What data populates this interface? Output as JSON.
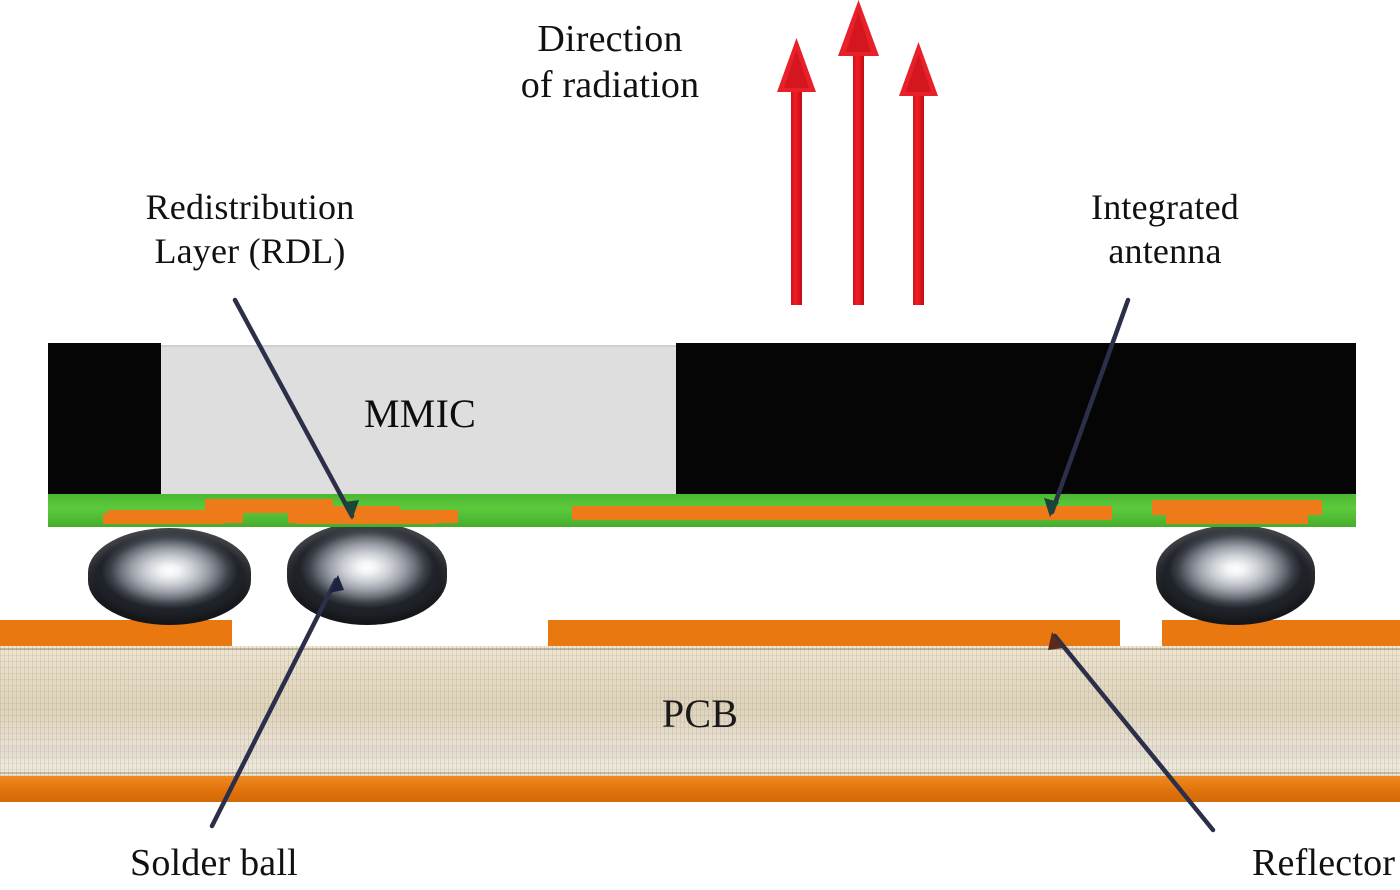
{
  "diagram": {
    "title": "Antenna-in-Package cross-section",
    "labels": {
      "direction_of_radiation": "Direction\nof radiation",
      "redistribution_layer": "Redistribution\nLayer (RDL)",
      "integrated_antenna": "Integrated\nantenna",
      "solder_ball": "Solder ball",
      "reflector": "Reflector",
      "mmic": "MMIC",
      "pcb": "PCB"
    },
    "colors": {
      "arrow_red": "#e8202a",
      "mold_black": "#050505",
      "die_gray": "#dedede",
      "rdl_green": "#52c036",
      "copper_orange": "#ef7a19",
      "pcb_beige": "#e6dcc6",
      "leader_line": "#2b2f4a",
      "text_black": "#111111"
    },
    "arrows": [
      {
        "name": "radiation-arrow-left",
        "count_index": 1
      },
      {
        "name": "radiation-arrow-center",
        "count_index": 2
      },
      {
        "name": "radiation-arrow-right",
        "count_index": 3
      }
    ],
    "solder_balls": [
      {
        "name": "solder-ball-1"
      },
      {
        "name": "solder-ball-2"
      },
      {
        "name": "solder-ball-3"
      }
    ],
    "layers": [
      {
        "name": "mold-compound",
        "label": ""
      },
      {
        "name": "mmic-die",
        "label": "MMIC"
      },
      {
        "name": "redistribution-layer",
        "label": ""
      },
      {
        "name": "copper-traces",
        "label": ""
      },
      {
        "name": "pcb-substrate",
        "label": "PCB"
      },
      {
        "name": "reflector-plane",
        "label": ""
      }
    ]
  }
}
